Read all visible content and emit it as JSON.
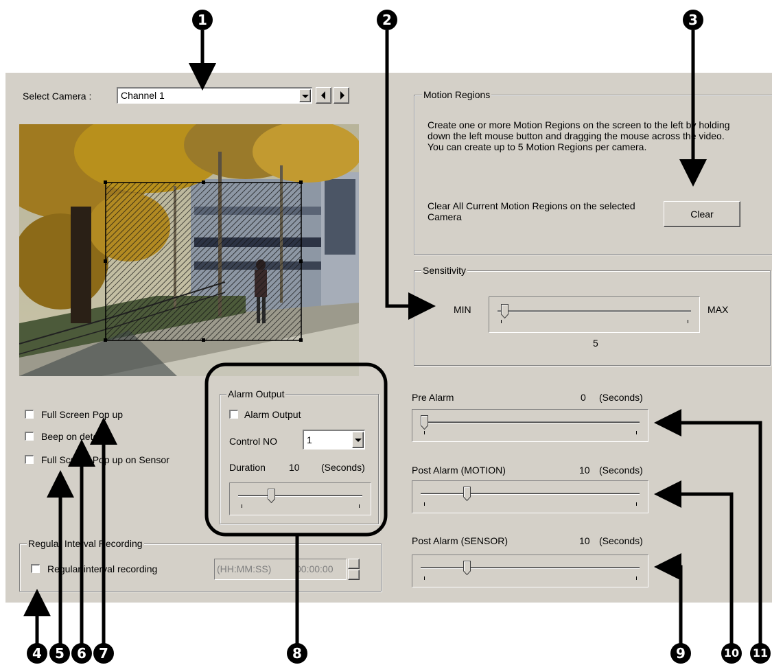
{
  "select_camera": {
    "label": "Select Camera :",
    "value": "Channel 1"
  },
  "motion_regions": {
    "legend": "Motion Regions",
    "instructions": "Create one or more Motion Regions on the screen to the left by holding down the left mouse button and dragging the mouse across the video. You can create up to 5 Motion Regions per camera.",
    "clear_text": "Clear All Current Motion Regions on the selected Camera",
    "clear_button": "Clear"
  },
  "sensitivity": {
    "legend": "Sensitivity",
    "min_label": "MIN",
    "max_label": "MAX",
    "value": "5",
    "level": 0.02
  },
  "checkboxes": {
    "full_screen_popup": "Full Screen Pop up",
    "beep_on_detect": "Beep on detect",
    "full_screen_popup_sensor": "Full Screen Pop up on Sensor"
  },
  "alarm_output": {
    "legend": "Alarm Output",
    "checkbox_label": "Alarm Output",
    "control_label": "Control NO",
    "control_value": "1",
    "duration_label": "Duration",
    "duration_value": "10",
    "duration_unit": "(Seconds)",
    "level": 0.25
  },
  "pre_alarm": {
    "label": "Pre Alarm",
    "value": "0",
    "unit": "(Seconds)",
    "level": 0.0
  },
  "post_alarm_motion": {
    "label": "Post Alarm (MOTION)",
    "value": "10",
    "unit": "(Seconds)",
    "level": 0.2
  },
  "post_alarm_sensor": {
    "label": "Post Alarm (SENSOR)",
    "value": "10",
    "unit": "(Seconds)",
    "level": 0.2
  },
  "regular_interval": {
    "legend": "Regular Interval Recording",
    "checkbox_label": "Regular interval recording",
    "time_format": "(HH:MM:SS)",
    "time_value": "00:00:00"
  },
  "callouts": [
    "1",
    "2",
    "3",
    "4",
    "5",
    "6",
    "7",
    "8",
    "9",
    "10",
    "11"
  ],
  "colors": {
    "panel": "#d4d0c8",
    "callout": "#000000"
  }
}
